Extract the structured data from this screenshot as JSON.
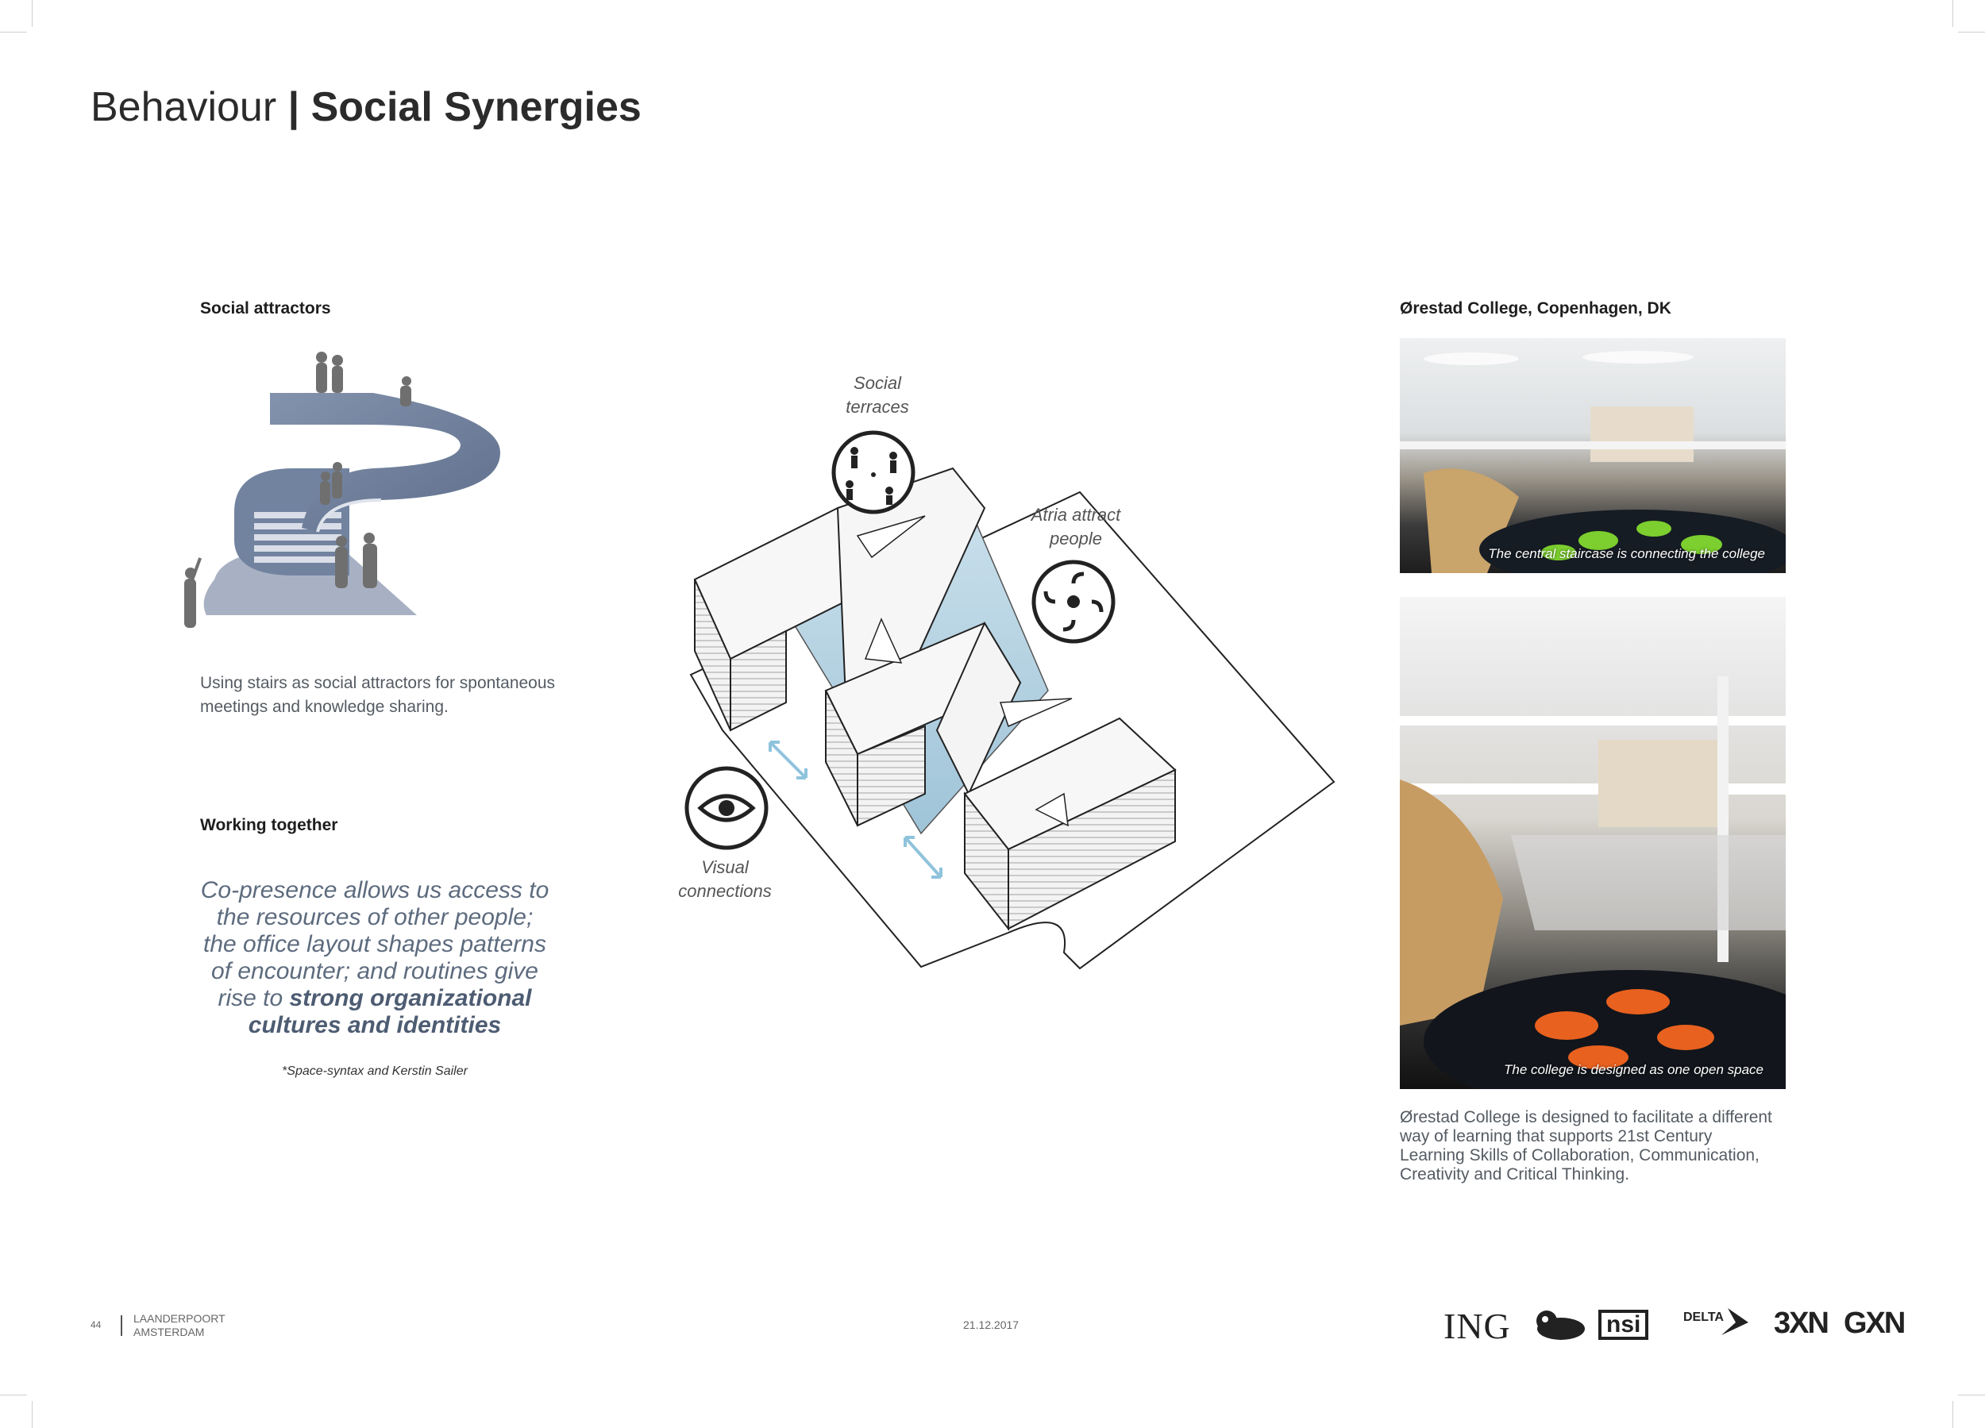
{
  "title": {
    "light": "Behaviour ",
    "bold": "| Social Synergies"
  },
  "left": {
    "heading1": "Social attractors",
    "stairs_text": "Using stairs as social attractors for spontaneous meetings and knowledge sharing.",
    "heading2": "Working together",
    "quote_regular": "Co-presence allows us access to the resources of other people; the office layout shapes patterns of encounter; and routines give rise to ",
    "quote_bold": "strong organizational cultures and identities",
    "source": "*Space-syntax and Kerstin Sailer"
  },
  "diagram": {
    "label_terraces": [
      "Social",
      "terraces"
    ],
    "label_atria": [
      "Atria attract",
      "people"
    ],
    "label_visual": [
      "Visual",
      "connections"
    ],
    "icons": [
      "people-group-icon",
      "pinwheel-icon",
      "eye-icon"
    ]
  },
  "right": {
    "heading": "Ørestad College, Copenhagen, DK",
    "caption1": "The central staircase is  connecting the college",
    "caption2": "The college is designed as one open space",
    "description": "Ørestad College is designed to facilitate a different way of learning that supports 21st Century Learning Skills of Collaboration, Communication, Creativity and Critical Thinking."
  },
  "footer": {
    "page_number": "44",
    "project_line1": "LAANDERPOORT",
    "project_line2": "AMSTERDAM",
    "date": "21.12.2017",
    "logos": {
      "ing": "ING",
      "nsi": "nsi",
      "delta": "DELTA",
      "threexn": "3XN",
      "gxn": "GXN"
    }
  }
}
